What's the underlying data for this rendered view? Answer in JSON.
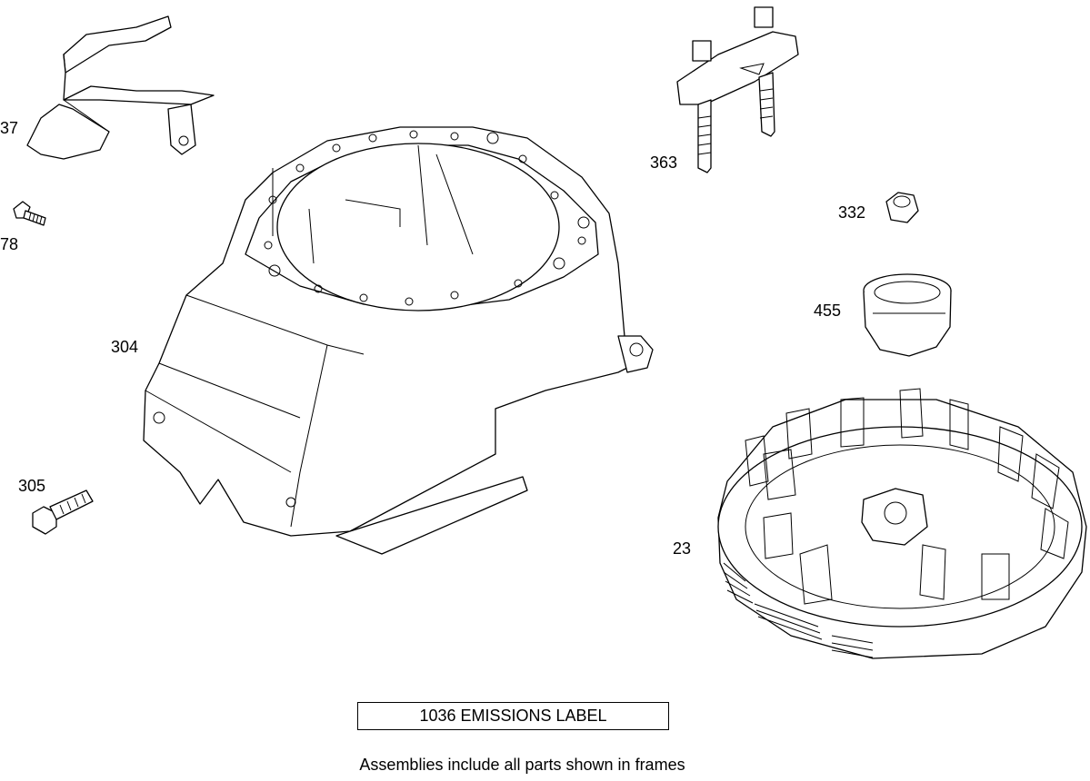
{
  "callouts": {
    "p37": "37",
    "p78": "78",
    "p304": "304",
    "p305": "305",
    "p363": "363",
    "p332": "332",
    "p455": "455",
    "p23": "23"
  },
  "frame_label": "1036 EMISSIONS LABEL",
  "footer_note": "Assemblies include all parts shown in frames"
}
